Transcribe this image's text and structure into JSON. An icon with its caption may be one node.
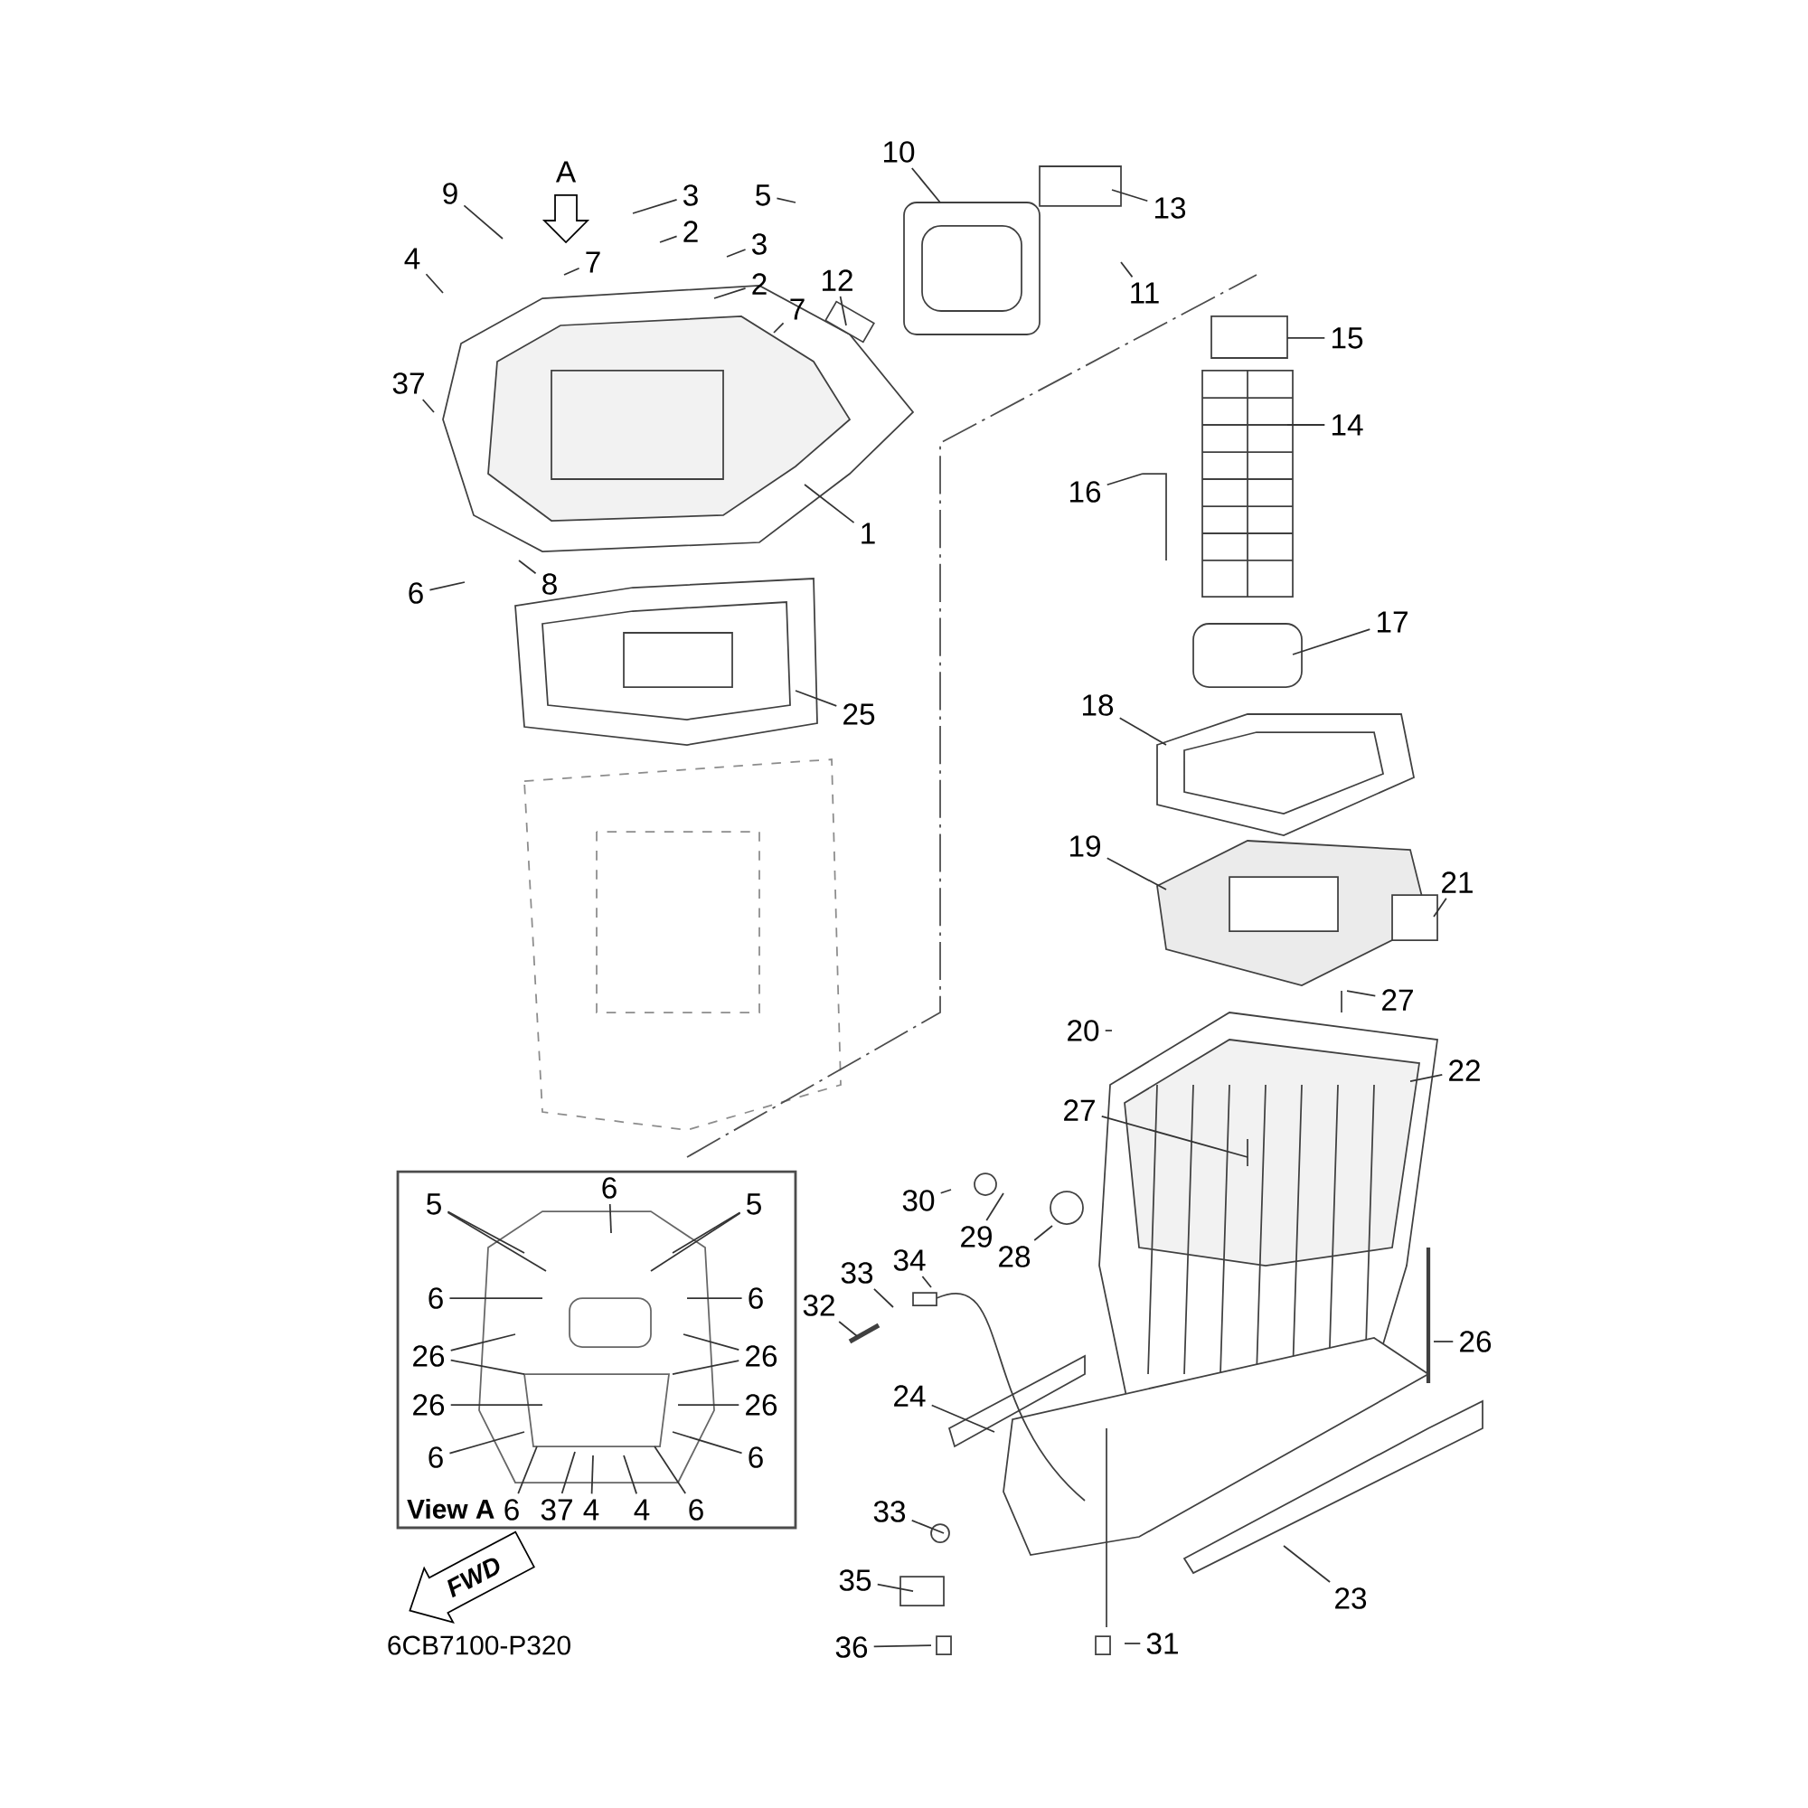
{
  "diagram": {
    "nodes": [
      {
        "text": [
          "10"
        ]
      },
      {
        "text": [
          "13"
        ]
      },
      {
        "text": [
          "9"
        ]
      },
      {
        "text": [
          "3"
        ]
      },
      {
        "text": [
          "5"
        ]
      },
      {
        "text": [
          "2"
        ]
      },
      {
        "text": [
          "3"
        ]
      },
      {
        "text": [
          "4"
        ]
      },
      {
        "text": [
          "7"
        ]
      },
      {
        "text": [
          "12"
        ]
      },
      {
        "text": [
          "2"
        ]
      },
      {
        "text": [
          "11"
        ]
      },
      {
        "text": [
          "7"
        ]
      },
      {
        "text": [
          "15"
        ]
      },
      {
        "text": [
          "37"
        ]
      },
      {
        "text": [
          "14"
        ]
      },
      {
        "text": [
          "16"
        ]
      },
      {
        "text": [
          "1"
        ]
      },
      {
        "text": [
          "8"
        ]
      },
      {
        "text": [
          "6"
        ]
      },
      {
        "text": [
          "17"
        ]
      },
      {
        "text": [
          "18"
        ]
      },
      {
        "text": [
          "25"
        ]
      },
      {
        "text": [
          "19"
        ]
      },
      {
        "text": [
          "21"
        ]
      },
      {
        "text": [
          "27"
        ]
      },
      {
        "text": [
          "20"
        ]
      },
      {
        "text": [
          "22"
        ]
      },
      {
        "text": [
          "27"
        ]
      },
      {
        "text": [
          "View A"
        ]
      },
      {
        "text": [
          "5"
        ],
        "in": 29
      },
      {
        "text": [
          "6"
        ],
        "in": 29
      },
      {
        "text": [
          "5"
        ],
        "in": 29
      },
      {
        "text": [
          "6"
        ],
        "in": 29
      },
      {
        "text": [
          "6"
        ],
        "in": 29
      },
      {
        "text": [
          "26"
        ],
        "in": 29
      },
      {
        "text": [
          "26"
        ],
        "in": 29
      },
      {
        "text": [
          "26"
        ],
        "in": 29
      },
      {
        "text": [
          "26"
        ],
        "in": 29
      },
      {
        "text": [
          "6"
        ],
        "in": 29
      },
      {
        "text": [
          "6"
        ],
        "in": 29
      },
      {
        "text": [
          "6"
        ],
        "in": 29
      },
      {
        "text": [
          "37"
        ],
        "in": 29
      },
      {
        "text": [
          "4"
        ],
        "in": 29
      },
      {
        "text": [
          "4"
        ],
        "in": 29
      },
      {
        "text": [
          "6"
        ],
        "in": 29
      },
      {
        "text": [
          "30"
        ]
      },
      {
        "text": [
          "29"
        ]
      },
      {
        "text": [
          "28"
        ]
      },
      {
        "text": [
          "34"
        ]
      },
      {
        "text": [
          "33"
        ]
      },
      {
        "text": [
          "32"
        ]
      },
      {
        "text": [
          "26"
        ]
      },
      {
        "text": [
          "24"
        ]
      },
      {
        "text": [
          "33"
        ]
      },
      {
        "text": [
          "23"
        ]
      },
      {
        "text": [
          "35"
        ]
      },
      {
        "text": [
          "36"
        ]
      },
      {
        "text": [
          "31"
        ]
      }
    ],
    "edges": [
      {
        "from": 0,
        "to": null,
        "arrow": "none"
      },
      {
        "from": 1,
        "to": null,
        "arrow": "none"
      },
      {
        "from": 2,
        "to": null,
        "arrow": "none"
      },
      {
        "from": 3,
        "to": null,
        "arrow": "none"
      },
      {
        "from": 4,
        "to": null,
        "arrow": "none"
      },
      {
        "from": 5,
        "to": null,
        "arrow": "none"
      },
      {
        "from": 6,
        "to": null,
        "arrow": "none"
      },
      {
        "from": 7,
        "to": null,
        "arrow": "none"
      },
      {
        "from": 8,
        "to": null,
        "arrow": "none"
      },
      {
        "from": 9,
        "to": null,
        "arrow": "none"
      },
      {
        "from": 10,
        "to": null,
        "arrow": "none"
      },
      {
        "from": 11,
        "to": null,
        "arrow": "none"
      },
      {
        "from": 12,
        "to": null,
        "arrow": "none"
      },
      {
        "from": 13,
        "to": null,
        "arrow": "none"
      },
      {
        "from": 14,
        "to": null,
        "arrow": "none"
      },
      {
        "from": 15,
        "to": null,
        "arrow": "none"
      },
      {
        "from": 16,
        "to": null,
        "arrow": "none"
      },
      {
        "from": 17,
        "to": null,
        "arrow": "none"
      },
      {
        "from": 18,
        "to": null,
        "arrow": "none"
      },
      {
        "from": 19,
        "to": null,
        "arrow": "none"
      },
      {
        "from": 20,
        "to": null,
        "arrow": "none"
      },
      {
        "from": 21,
        "to": null,
        "arrow": "none"
      },
      {
        "from": 22,
        "to": null,
        "arrow": "none"
      },
      {
        "from": 23,
        "to": null,
        "arrow": "none"
      },
      {
        "from": 24,
        "to": null,
        "arrow": "none"
      },
      {
        "from": 25,
        "to": null,
        "arrow": "none"
      },
      {
        "from": 26,
        "to": null,
        "arrow": "none"
      },
      {
        "from": 27,
        "to": null,
        "arrow": "none"
      },
      {
        "from": 28,
        "to": null,
        "arrow": "none"
      },
      {
        "from": 30,
        "to": null,
        "arrow": "none"
      },
      {
        "from": 30,
        "to": null,
        "arrow": "none"
      },
      {
        "from": 31,
        "to": null,
        "arrow": "none"
      },
      {
        "from": 32,
        "to": null,
        "arrow": "none"
      },
      {
        "from": 32,
        "to": null,
        "arrow": "none"
      },
      {
        "from": 33,
        "to": null,
        "arrow": "none"
      },
      {
        "from": 34,
        "to": null,
        "arrow": "none"
      },
      {
        "from": 35,
        "to": null,
        "arrow": "none"
      },
      {
        "from": 35,
        "to": null,
        "arrow": "none"
      },
      {
        "from": 36,
        "to": null,
        "arrow": "none"
      },
      {
        "from": 36,
        "to": null,
        "arrow": "none"
      },
      {
        "from": 37,
        "to": null,
        "arrow": "none"
      },
      {
        "from": 38,
        "to": null,
        "arrow": "none"
      },
      {
        "from": 39,
        "to": null,
        "arrow": "none"
      },
      {
        "from": 40,
        "to": null,
        "arrow": "none"
      },
      {
        "from": 41,
        "to": null,
        "arrow": "none"
      },
      {
        "from": 42,
        "to": null,
        "arrow": "none"
      },
      {
        "from": 43,
        "to": null,
        "arrow": "none"
      },
      {
        "from": 44,
        "to": null,
        "arrow": "none"
      },
      {
        "from": 45,
        "to": null,
        "arrow": "none"
      },
      {
        "from": 46,
        "to": null,
        "arrow": "none"
      },
      {
        "from": 47,
        "to": null,
        "arrow": "none"
      },
      {
        "from": 48,
        "to": null,
        "arrow": "none"
      },
      {
        "from": 49,
        "to": null,
        "arrow": "none"
      },
      {
        "from": 50,
        "to": null,
        "arrow": "none"
      },
      {
        "from": 51,
        "to": null,
        "arrow": "none"
      },
      {
        "from": 52,
        "to": null,
        "arrow": "none"
      },
      {
        "from": 53,
        "to": null,
        "arrow": "none"
      },
      {
        "from": 54,
        "to": null,
        "arrow": "none"
      },
      {
        "from": 55,
        "to": null,
        "arrow": "none"
      },
      {
        "from": 56,
        "to": null,
        "arrow": "none"
      },
      {
        "from": 57,
        "to": null,
        "arrow": "none"
      },
      {
        "from": 58,
        "to": null,
        "arrow": "none"
      }
    ],
    "labels": [
      "A",
      "FWD",
      "6CB7100-P320"
    ]
  }
}
